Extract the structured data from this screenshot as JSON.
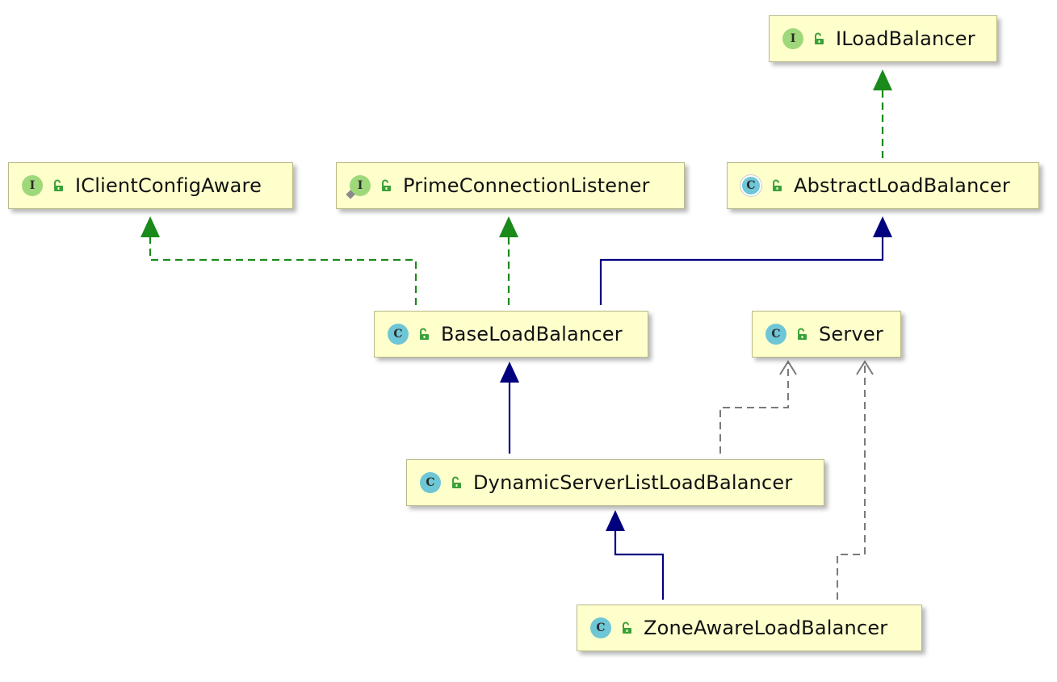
{
  "nodes": {
    "iloadbalancer": {
      "name": "ILoadBalancer",
      "kind": "I",
      "type": "interface"
    },
    "iclientconfigaware": {
      "name": "IClientConfigAware",
      "kind": "I",
      "type": "interface"
    },
    "primeconnectionlistener": {
      "name": "PrimeConnectionListener",
      "kind": "I",
      "type": "interface"
    },
    "abstractloadbalancer": {
      "name": "AbstractLoadBalancer",
      "kind": "C",
      "type": "abstract-class"
    },
    "baseloadbalancer": {
      "name": "BaseLoadBalancer",
      "kind": "C",
      "type": "class"
    },
    "server": {
      "name": "Server",
      "kind": "C",
      "type": "class"
    },
    "dynamicserverlistloadbalancer": {
      "name": "DynamicServerListLoadBalancer",
      "kind": "C",
      "type": "class"
    },
    "zoneawareloadbalancer": {
      "name": "ZoneAwareLoadBalancer",
      "kind": "C",
      "type": "class"
    }
  },
  "edges": [
    {
      "from": "abstractloadbalancer",
      "to": "iloadbalancer",
      "relation": "implements"
    },
    {
      "from": "baseloadbalancer",
      "to": "iclientconfigaware",
      "relation": "implements"
    },
    {
      "from": "baseloadbalancer",
      "to": "primeconnectionlistener",
      "relation": "implements"
    },
    {
      "from": "baseloadbalancer",
      "to": "abstractloadbalancer",
      "relation": "extends"
    },
    {
      "from": "dynamicserverlistloadbalancer",
      "to": "baseloadbalancer",
      "relation": "extends"
    },
    {
      "from": "dynamicserverlistloadbalancer",
      "to": "server",
      "relation": "depends-on"
    },
    {
      "from": "zoneawareloadbalancer",
      "to": "dynamicserverlistloadbalancer",
      "relation": "extends"
    },
    {
      "from": "zoneawareloadbalancer",
      "to": "server",
      "relation": "depends-on"
    }
  ],
  "colors": {
    "node_fill": "#ffffcc",
    "implements": "#1a8a1a",
    "extends": "#00007f",
    "depends_on": "#7a7a7a"
  },
  "icons": {
    "interface": "interface-badge-icon",
    "class": "class-badge-icon",
    "abstract-class": "abstract-class-badge-icon",
    "visibility": "public-unlock-icon"
  }
}
